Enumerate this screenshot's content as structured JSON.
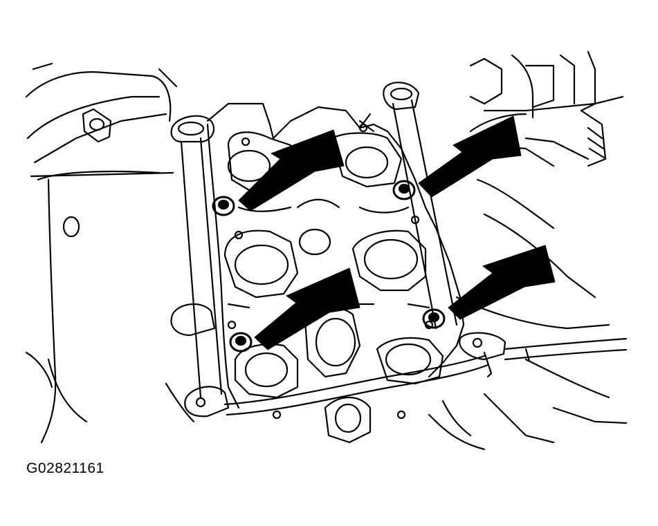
{
  "figure": {
    "code": "G02821161",
    "line_color": "#000000",
    "background_color": "#ffffff",
    "callout_arrows": 4,
    "callout_targets": [
      "bolt",
      "bolt",
      "bolt",
      "bolt"
    ]
  }
}
